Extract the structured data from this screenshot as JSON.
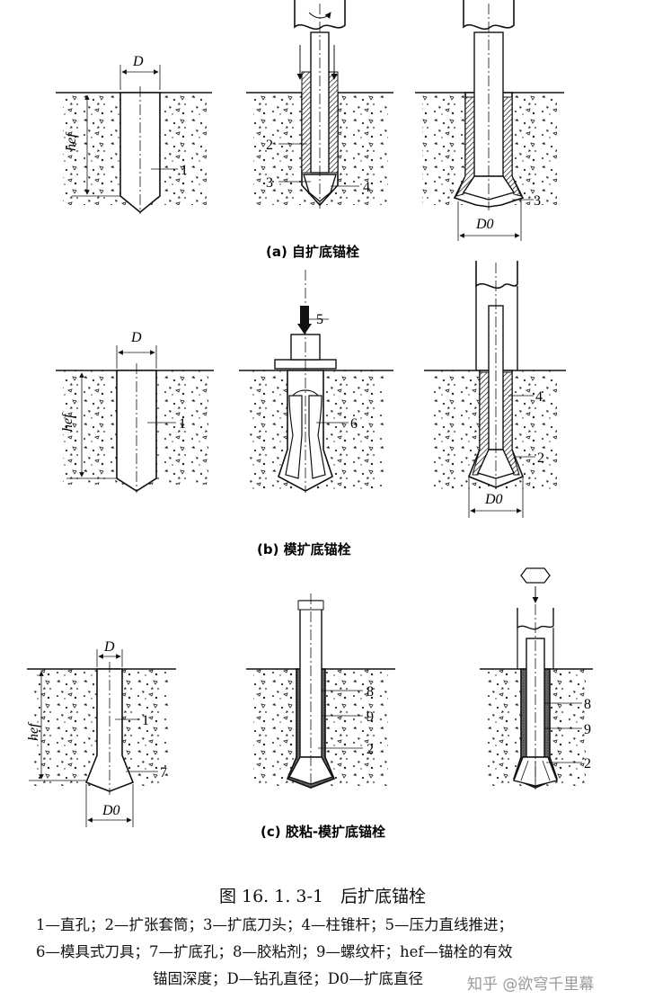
{
  "panels": {
    "a": {
      "caption": "(a) 自扩底锚栓",
      "labels": {
        "D": "D",
        "hef": "hef",
        "n1": "1",
        "n2": "2",
        "n3": "3",
        "n4": "4",
        "n3b": "3",
        "D0": "D0"
      }
    },
    "b": {
      "caption": "(b) 模扩底锚栓",
      "labels": {
        "D": "D",
        "hef": "hef",
        "n1": "1",
        "n5": "5",
        "n6": "6",
        "n4": "4",
        "n2": "2",
        "D0": "D0"
      }
    },
    "c": {
      "caption": "(c) 胶粘-模扩底锚栓",
      "labels": {
        "D": "D",
        "hef": "hef",
        "n1": "1",
        "n7": "7",
        "D0": "D0",
        "n8": "8",
        "n9": "9",
        "n2": "2",
        "n8b": "8",
        "n9b": "9",
        "n2b": "2"
      }
    }
  },
  "figure_title": "图 16. 1. 3-1　后扩底锚栓",
  "legend": {
    "line1": "1—直孔；2—扩张套筒；3—扩底刀头；4—柱锥杆；5—压力直线推进；",
    "line2": "6—模具式刀具；7—扩底孔；8—胶粘剂；9—螺纹杆；hef—锚栓的有效",
    "line3": "锚固深度；D—钻孔直径；D0—扩底直径"
  },
  "watermark": "知乎 @欲穹千里幕"
}
